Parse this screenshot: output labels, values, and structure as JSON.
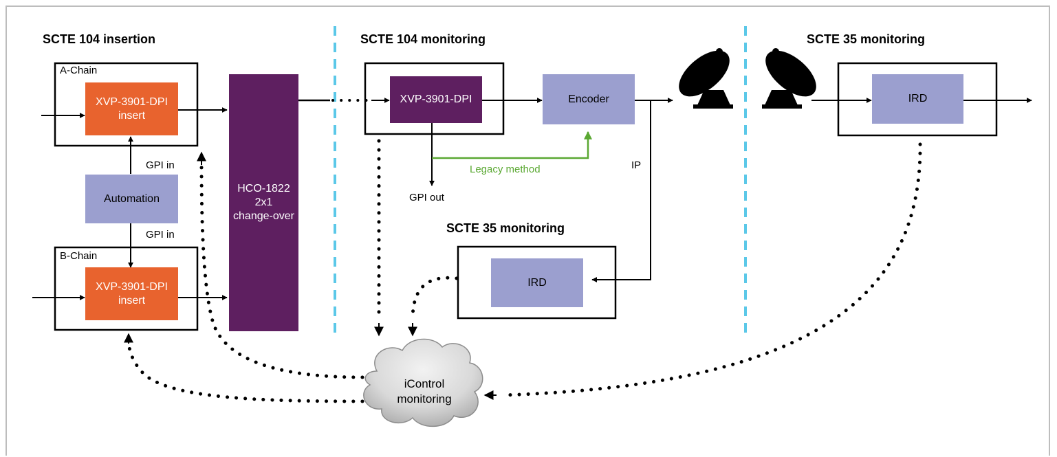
{
  "sections": {
    "insertion_heading": "SCTE 104 insertion",
    "monitoring104_heading": "SCTE 104 monitoring",
    "monitoring35_heading": "SCTE 35 monitoring",
    "monitoring35_mid_heading": "SCTE 35 monitoring"
  },
  "a_chain": {
    "label": "A-Chain",
    "device": "XVP-3901-DPI",
    "device_sub": "insert"
  },
  "b_chain": {
    "label": "B-Chain",
    "device": "XVP-3901-DPI",
    "device_sub": "insert"
  },
  "automation": {
    "label": "Automation",
    "gpi_in_top": "GPI in",
    "gpi_in_bottom": "GPI in"
  },
  "changeover": {
    "line1": "HCO-1822",
    "line2": "2x1",
    "line3": "change-over"
  },
  "monitor_dpi": {
    "label": "XVP-3901-DPI",
    "gpi_out": "GPI out"
  },
  "encoder": {
    "label": "Encoder",
    "legacy": "Legacy method",
    "ip": "IP"
  },
  "ird_mid": {
    "label": "IRD"
  },
  "ird_right": {
    "label": "IRD"
  },
  "icontrol": {
    "line1": "iControl",
    "line2": "monitoring"
  },
  "colors": {
    "orange": "#e8632e",
    "purple": "#5e1f60",
    "lavender": "#9b9fcf",
    "green": "#5aa832",
    "divider": "#5bc8e8"
  },
  "icons": [
    "satellite-dish-icon",
    "satellite-dish-icon",
    "cloud-icon"
  ]
}
